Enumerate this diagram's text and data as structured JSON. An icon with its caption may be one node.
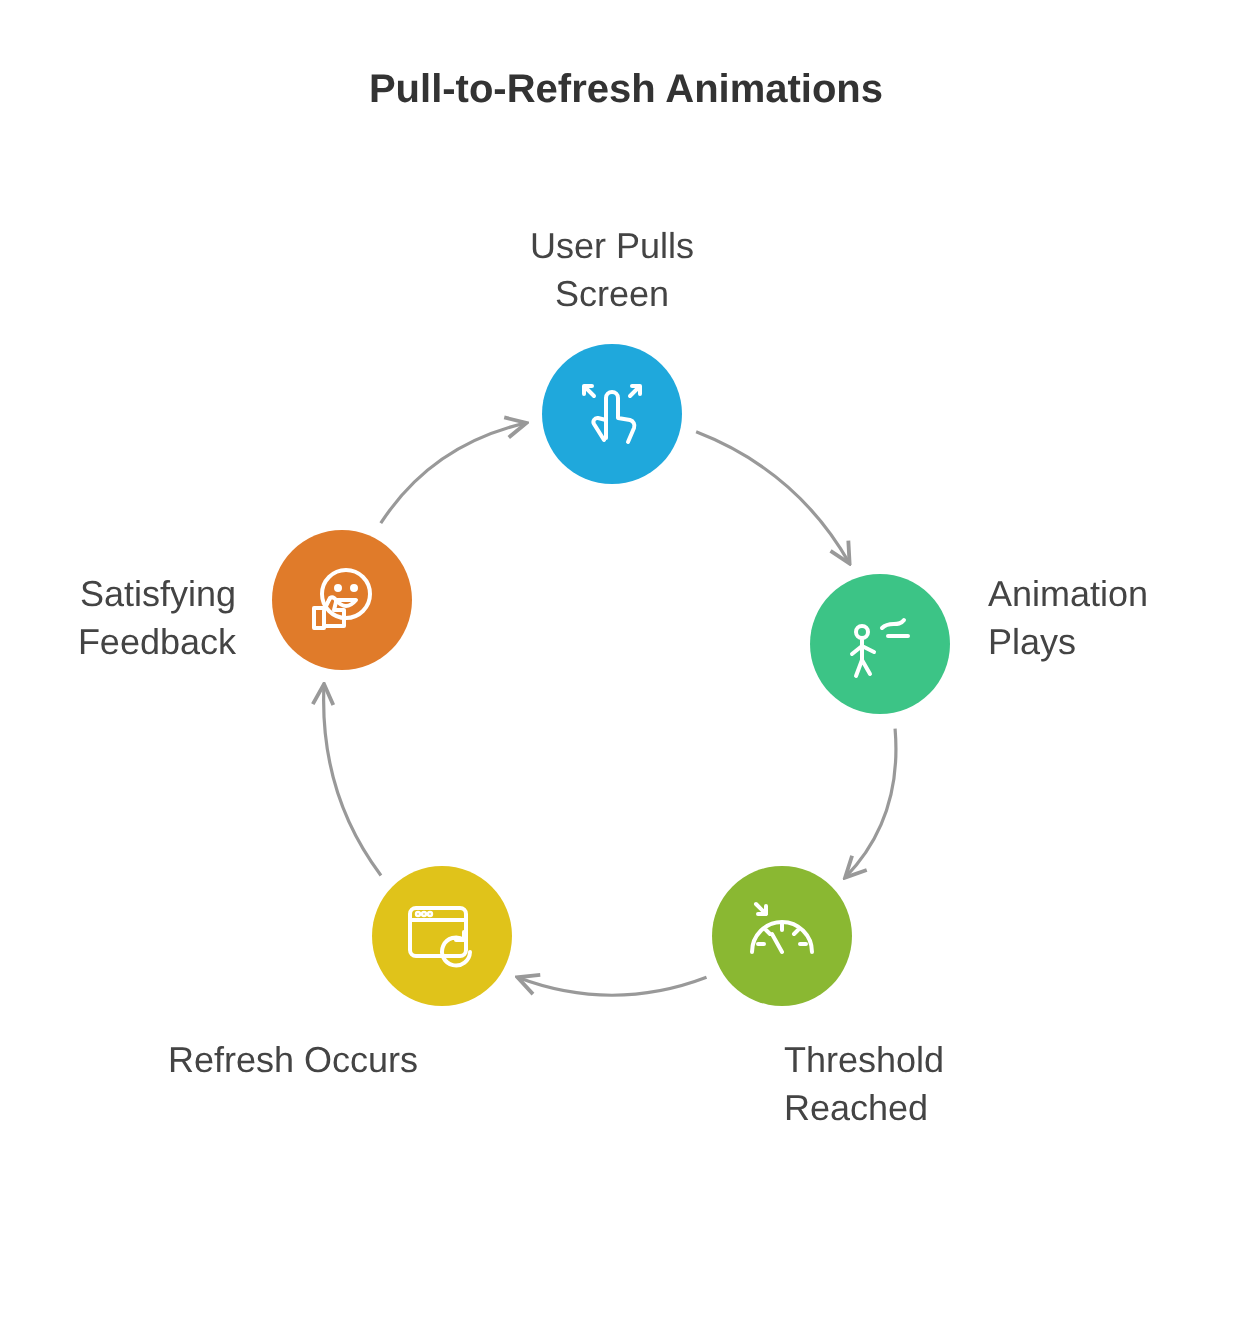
{
  "diagram": {
    "title": "Pull-to-Refresh Animations",
    "nodes": [
      {
        "text": [
          "User Pulls Screen"
        ]
      },
      {
        "text": [
          "Animation Plays"
        ]
      },
      {
        "text": [
          "Threshold Reached"
        ]
      },
      {
        "text": [
          "Refresh Occurs"
        ]
      },
      {
        "text": [
          "Satisfying Feedback"
        ]
      }
    ],
    "edges": [
      {
        "from": 0,
        "to": 1,
        "arrow": "to"
      },
      {
        "from": 1,
        "to": 2,
        "arrow": "to"
      },
      {
        "from": 2,
        "to": 3,
        "arrow": "to"
      },
      {
        "from": 3,
        "to": 4,
        "arrow": "to"
      },
      {
        "from": 4,
        "to": 0,
        "arrow": "to"
      }
    ]
  }
}
